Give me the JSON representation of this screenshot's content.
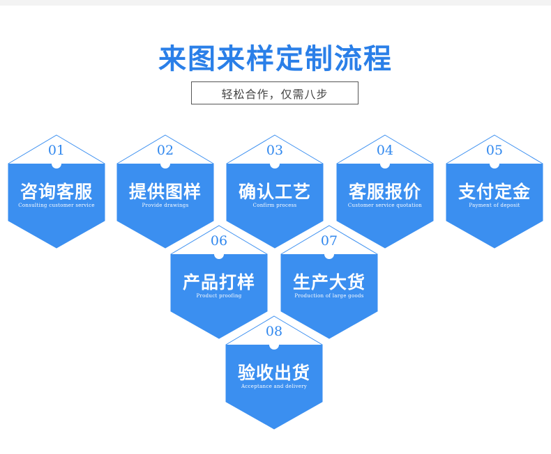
{
  "header": {
    "title": "来图来样定制流程",
    "subtitle": "轻松合作，仅需八步"
  },
  "colors": {
    "primary": "#2a7fe8",
    "hex_fill": "#3b8ff0",
    "hex_outline": "#3b8ff0",
    "number": "#2f87ee"
  },
  "steps": [
    {
      "num": "01",
      "cn": "咨询客服",
      "en": "Consulting customer service"
    },
    {
      "num": "02",
      "cn": "提供图样",
      "en": "Provide drawings"
    },
    {
      "num": "03",
      "cn": "确认工艺",
      "en": "Confirm process"
    },
    {
      "num": "04",
      "cn": "客服报价",
      "en": "Customer service quotation"
    },
    {
      "num": "05",
      "cn": "支付定金",
      "en": "Payment of deposit"
    },
    {
      "num": "06",
      "cn": "产品打样",
      "en": "Product proofing"
    },
    {
      "num": "07",
      "cn": "生产大货",
      "en": "Production of large goods"
    },
    {
      "num": "08",
      "cn": "验收出货",
      "en": "Acceptance and delivery"
    }
  ]
}
